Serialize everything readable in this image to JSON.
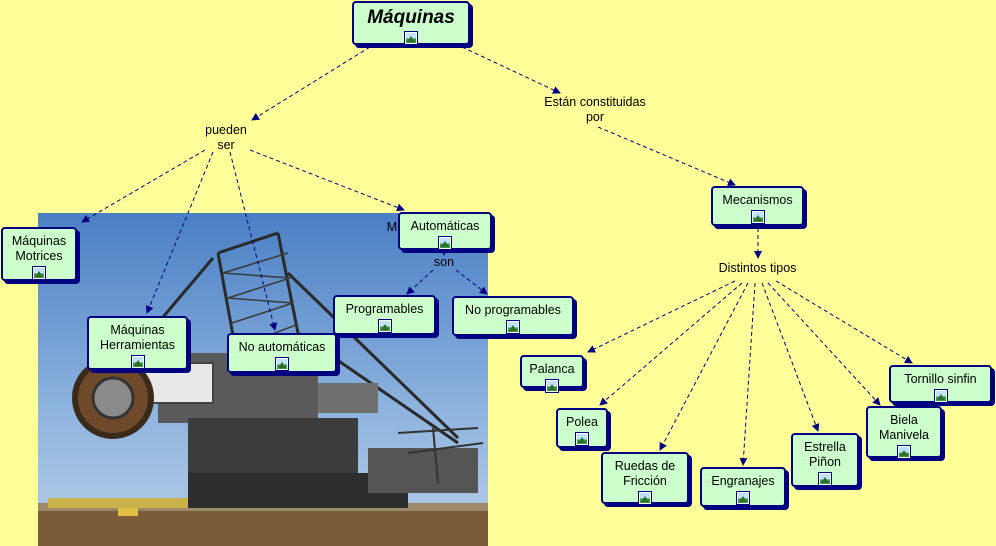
{
  "nodes": {
    "maquinas": "Máquinas",
    "motrices": "Máquinas\nMotrices",
    "herramientas": "Máquinas\nHerramientas",
    "no_automaticas": "No automáticas",
    "automaticas": "Automáticas",
    "programables": "Programables",
    "no_programables": "No programables",
    "mecanismos": "Mecanismos",
    "palanca": "Palanca",
    "polea": "Polea",
    "ruedas": "Ruedas de\nFricción",
    "engranajes": "Engranajes",
    "estrella": "Estrella\nPiñon",
    "biela": "Biela\nManivela",
    "tornillo": "Tornillo sinfin"
  },
  "phrases": {
    "pueden_ser": "pueden\nser",
    "estan_constituidas": "Están constituidas\npor",
    "son": "son",
    "distintos_tipos": "Distintos tipos",
    "photo_caption_fragment": "M"
  },
  "colors": {
    "background": "#ffff99",
    "node_fill": "#ccffcc",
    "node_border": "#000080",
    "link": "#000080"
  },
  "icons": {
    "node_icon": "image-icon"
  }
}
